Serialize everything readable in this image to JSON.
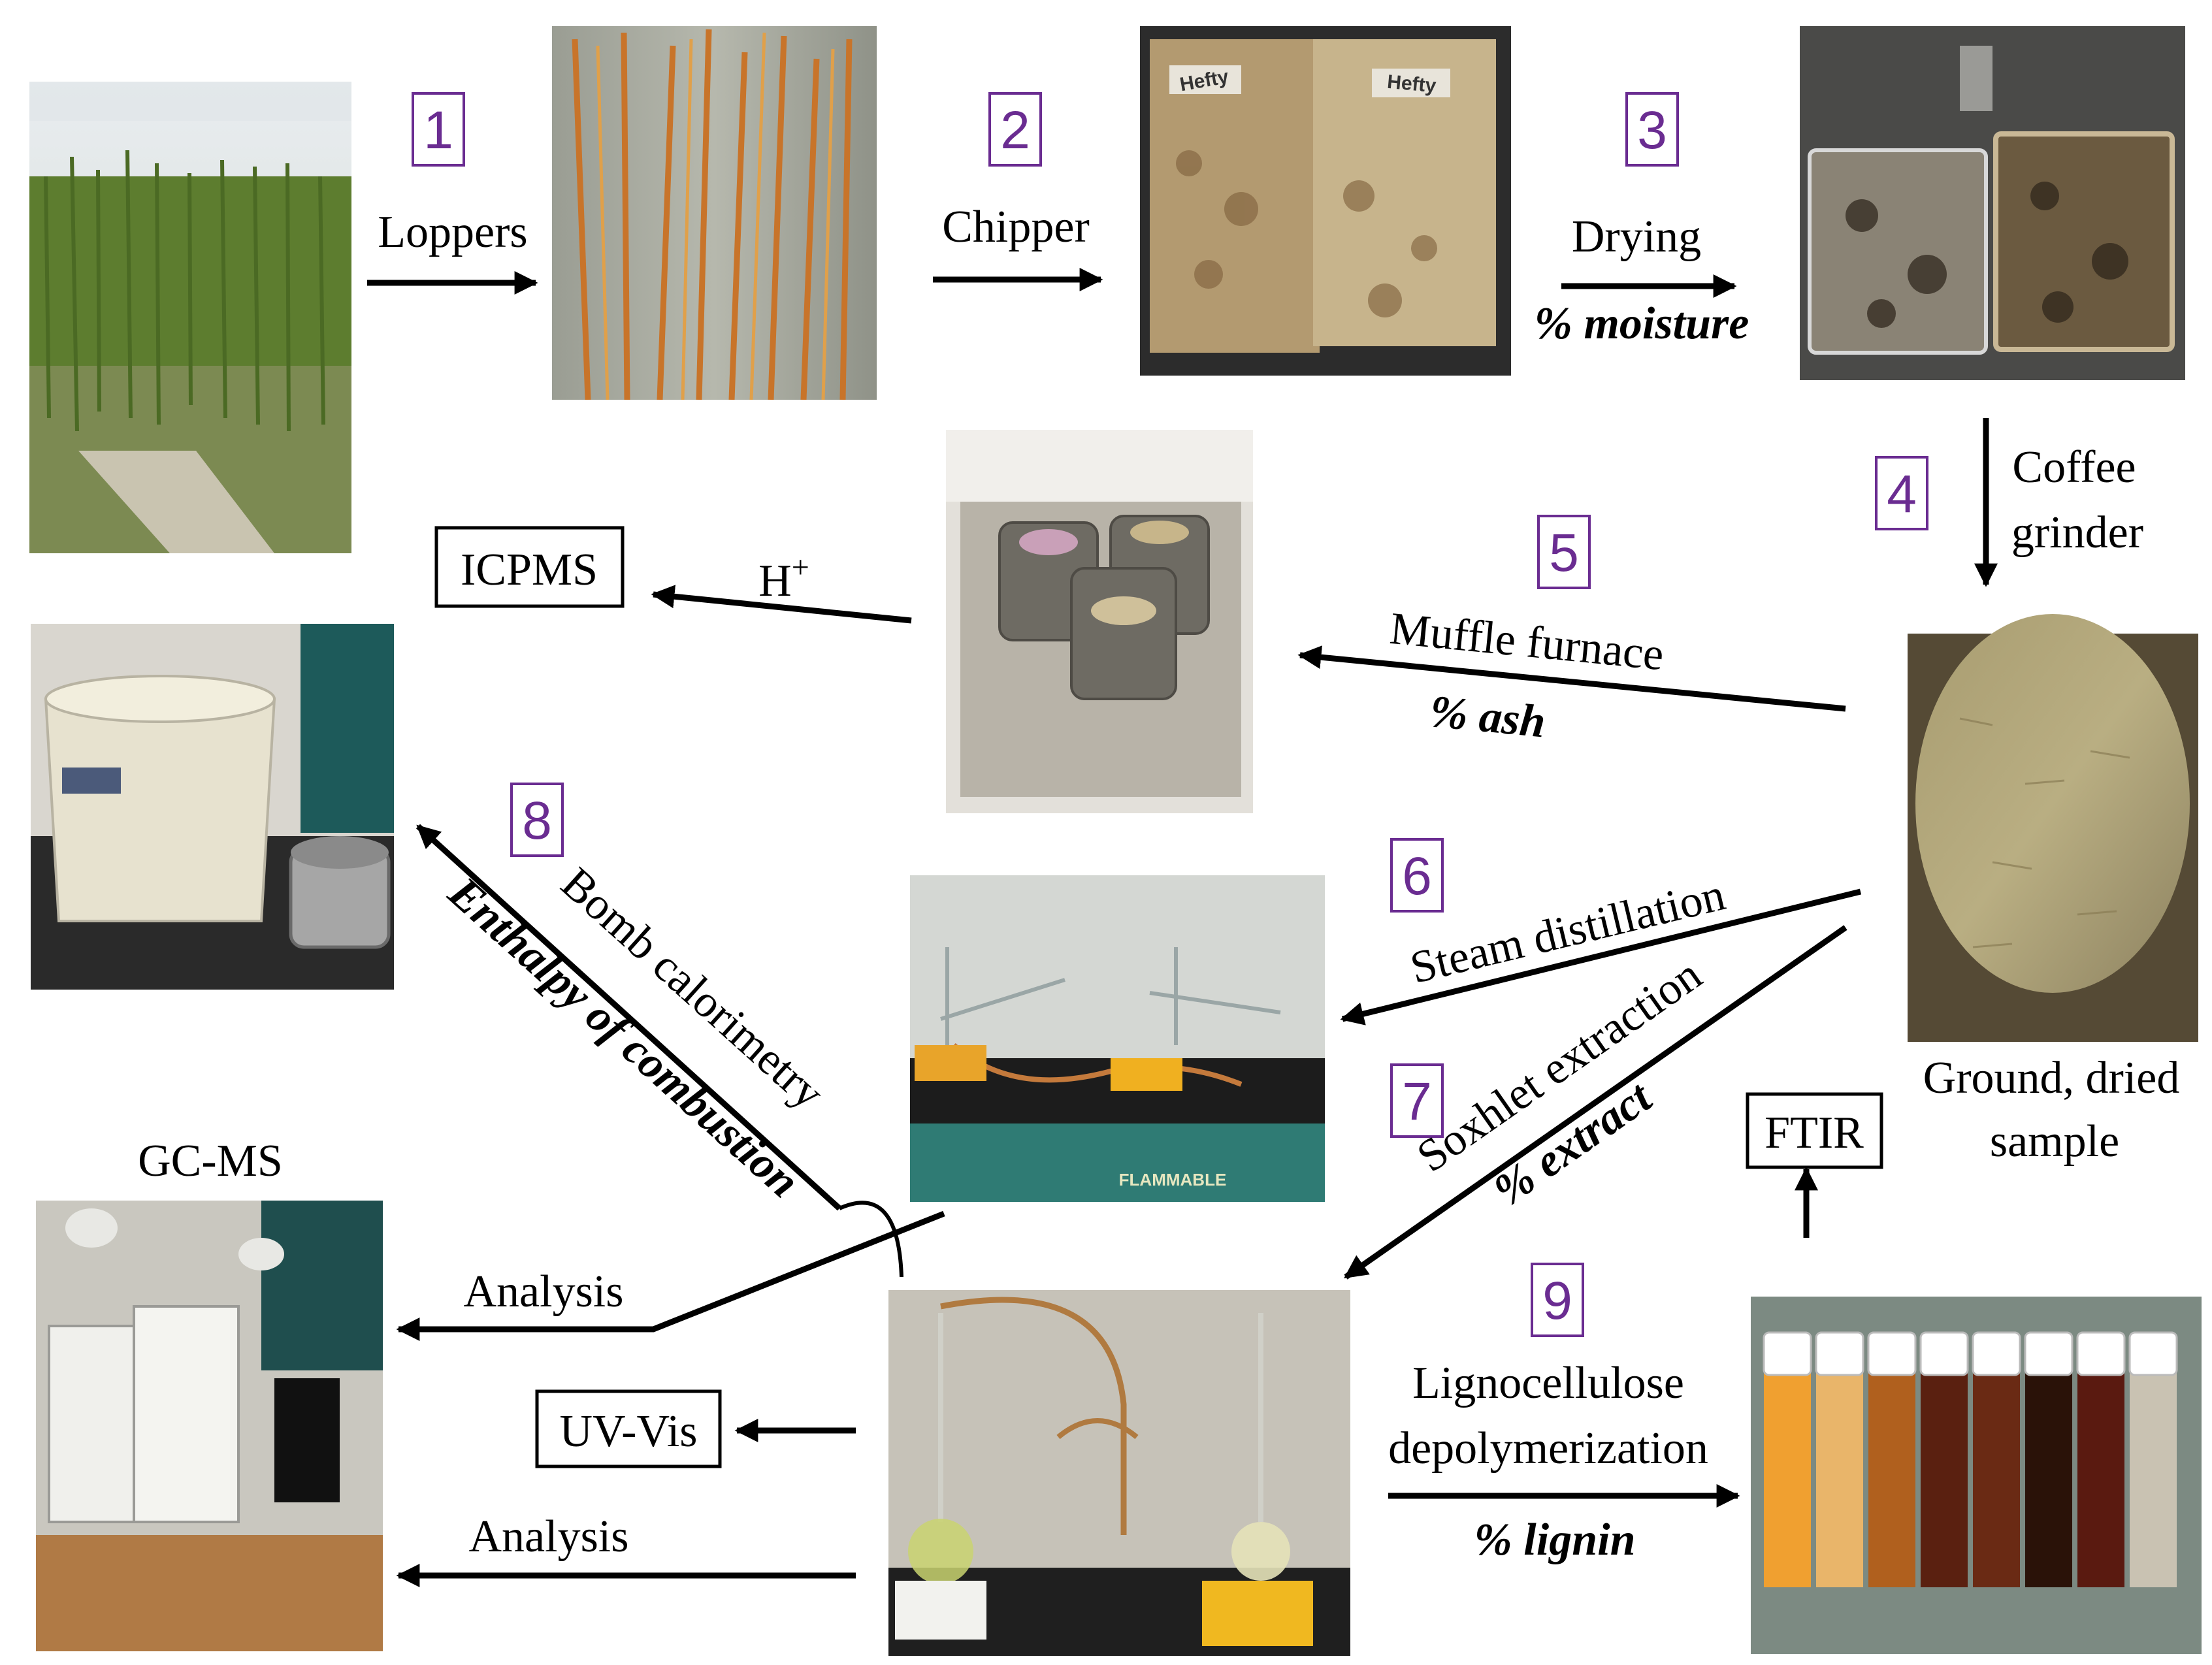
{
  "steps": {
    "s1": {
      "num": "1",
      "label": "Loppers"
    },
    "s2": {
      "num": "2",
      "label": "Chipper"
    },
    "s3": {
      "num": "3",
      "label": "Drying",
      "measure": "% moisture"
    },
    "s4": {
      "num": "4",
      "label_line1": "Coffee",
      "label_line2": "grinder"
    },
    "s5": {
      "num": "5",
      "label": "Muffle furnace",
      "measure": "% ash"
    },
    "s6": {
      "num": "6",
      "label": "Steam distillation"
    },
    "s7": {
      "num": "7",
      "label": "Soxhlet extraction",
      "measure": "% extract"
    },
    "s8": {
      "num": "8",
      "label": "Bomb calorimetry",
      "measure": "Enthalpy of combustion"
    },
    "s9": {
      "num": "9",
      "label_line1": "Lignocellulose",
      "label_line2": "depolymerization",
      "measure": "% lignin"
    }
  },
  "instruments": {
    "icpms": "ICPMS",
    "ftir": "FTIR",
    "uvvis": "UV-Vis",
    "gcms": "GC-MS"
  },
  "other_labels": {
    "acid": "H",
    "acid_sup": "+",
    "sample_line1": "Ground, dried",
    "sample_line2": "sample",
    "analysis_1": "Analysis",
    "analysis_2": "Analysis"
  },
  "photo_labels": {
    "bags_left": "Hefty",
    "bags_right": "Hefty",
    "cabinet": "FLAMMABLE"
  },
  "colors": {
    "step_number": "#6a2c91"
  }
}
